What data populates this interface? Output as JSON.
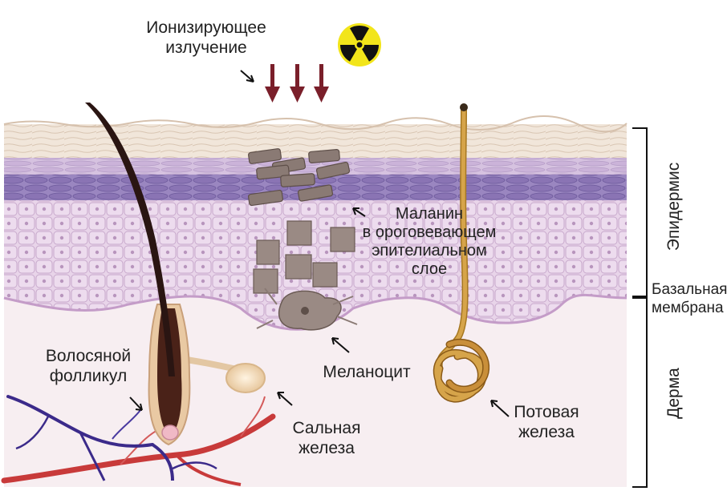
{
  "labels": {
    "radiation_line1": "Ионизирующее",
    "radiation_line2": "излучение",
    "melanin_line1": "Маланин",
    "melanin_line2": "в ороговевающем",
    "melanin_line3": "эпителиальном",
    "melanin_line4": "слое",
    "melanocyte": "Меланоцит",
    "hair_follicle_line1": "Волосяной",
    "hair_follicle_line2": "фолликул",
    "sebaceous_line1": "Сальная",
    "sebaceous_line2": "железа",
    "sweat_line1": "Потовая",
    "sweat_line2": "железа",
    "epidermis": "Эпидермис",
    "basal_line1": "Базальная",
    "basal_line2": "мембрана",
    "dermis": "Дерма"
  },
  "icons": {
    "radiation": "radiation-hazard-icon"
  },
  "colors": {
    "stratum_corneum": "#efe3d6",
    "granular_layer": "#8f79b6",
    "spinous_layer": "#e7d3e8",
    "dermis": "#f7eef1",
    "hair": "#2a1512",
    "melanin": "#8a7a74",
    "sweat_gland": "#c89a3a",
    "arrows": "#7a1f2a",
    "vein": "#3b2a8a",
    "artery": "#c83a3a",
    "radiation_yellow": "#f2e51a"
  }
}
